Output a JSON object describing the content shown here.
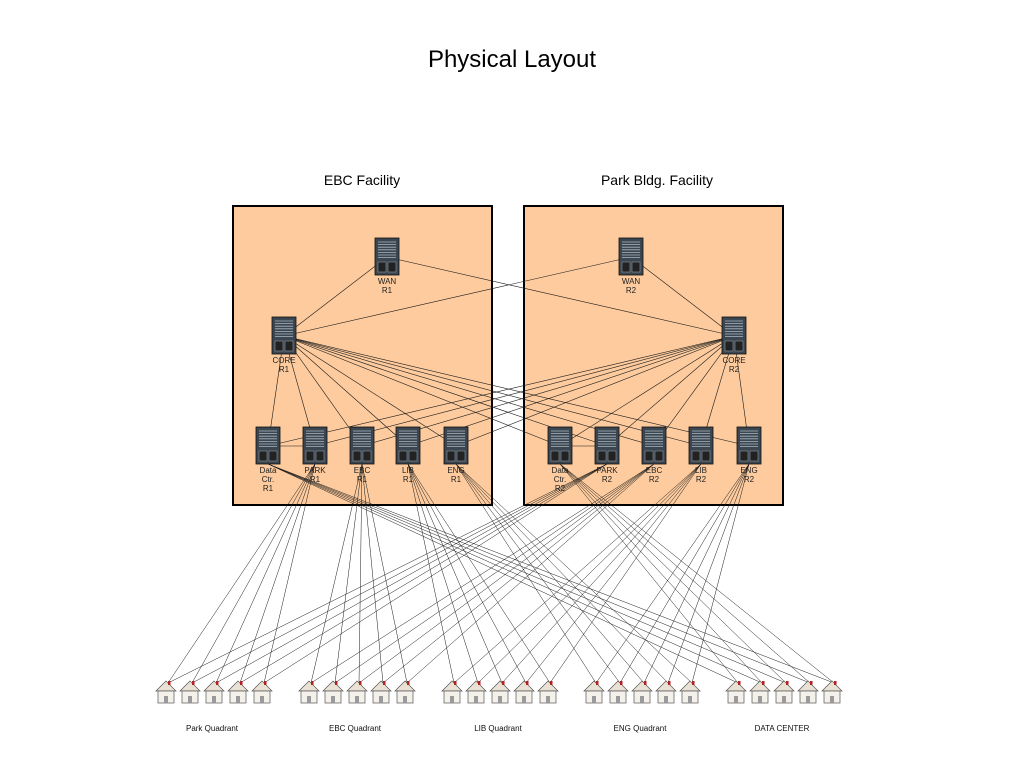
{
  "title": "Physical Layout",
  "facilities": [
    {
      "id": "ebc",
      "label": "EBC Facility"
    },
    {
      "id": "park",
      "label": "Park Bldg. Facility"
    }
  ],
  "colors": {
    "facility_fill": "#fdcb9d",
    "facility_border": "#000000",
    "link": "#1a1a1a"
  },
  "routers": [
    {
      "id": "wan1",
      "facility": "ebc",
      "label": [
        "WAN",
        "R1"
      ]
    },
    {
      "id": "core1",
      "facility": "ebc",
      "label": [
        "CORE",
        "R1"
      ]
    },
    {
      "id": "dc1",
      "facility": "ebc",
      "label": [
        "Data",
        "Ctr.",
        "R1"
      ]
    },
    {
      "id": "park1",
      "facility": "ebc",
      "label": [
        "PARK",
        "R1"
      ]
    },
    {
      "id": "ebc1",
      "facility": "ebc",
      "label": [
        "EBC",
        "R1"
      ]
    },
    {
      "id": "lib1",
      "facility": "ebc",
      "label": [
        "LIB",
        "R1"
      ]
    },
    {
      "id": "eng1",
      "facility": "ebc",
      "label": [
        "ENG",
        "R1"
      ]
    },
    {
      "id": "wan2",
      "facility": "park",
      "label": [
        "WAN",
        "R2"
      ]
    },
    {
      "id": "core2",
      "facility": "park",
      "label": [
        "CORE",
        "R2"
      ]
    },
    {
      "id": "dc2",
      "facility": "park",
      "label": [
        "Data",
        "Ctr.",
        "R2"
      ]
    },
    {
      "id": "park2",
      "facility": "park",
      "label": [
        "PARK",
        "R2"
      ]
    },
    {
      "id": "ebc2",
      "facility": "park",
      "label": [
        "EBC",
        "R2"
      ]
    },
    {
      "id": "lib2",
      "facility": "park",
      "label": [
        "LIB",
        "R2"
      ]
    },
    {
      "id": "eng2",
      "facility": "park",
      "label": [
        "ENG",
        "R2"
      ]
    }
  ],
  "links": [
    [
      "wan1",
      "core1"
    ],
    [
      "wan1",
      "core2"
    ],
    [
      "wan2",
      "core1"
    ],
    [
      "wan2",
      "core2"
    ],
    [
      "core1",
      "dc1"
    ],
    [
      "core1",
      "park1"
    ],
    [
      "core1",
      "ebc1"
    ],
    [
      "core1",
      "lib1"
    ],
    [
      "core1",
      "eng1"
    ],
    [
      "core1",
      "dc2"
    ],
    [
      "core1",
      "park2"
    ],
    [
      "core1",
      "ebc2"
    ],
    [
      "core1",
      "lib2"
    ],
    [
      "core1",
      "eng2"
    ],
    [
      "core2",
      "dc1"
    ],
    [
      "core2",
      "park1"
    ],
    [
      "core2",
      "ebc1"
    ],
    [
      "core2",
      "lib1"
    ],
    [
      "core2",
      "eng1"
    ],
    [
      "core2",
      "dc2"
    ],
    [
      "core2",
      "park2"
    ],
    [
      "core2",
      "ebc2"
    ],
    [
      "core2",
      "lib2"
    ],
    [
      "core2",
      "eng2"
    ],
    [
      "dc1",
      "park1"
    ],
    [
      "dc2",
      "park2"
    ]
  ],
  "building_groups": [
    {
      "id": "park",
      "label": "Park Quadrant",
      "count": 5,
      "uplinks": [
        "park1",
        "park2"
      ]
    },
    {
      "id": "ebc",
      "label": "EBC Quadrant",
      "count": 5,
      "uplinks": [
        "ebc1",
        "ebc2"
      ]
    },
    {
      "id": "lib",
      "label": "LIB Quadrant",
      "count": 5,
      "uplinks": [
        "lib1",
        "lib2"
      ]
    },
    {
      "id": "eng",
      "label": "ENG Quadrant",
      "count": 5,
      "uplinks": [
        "eng1",
        "eng2"
      ]
    },
    {
      "id": "dc",
      "label": "DATA CENTER",
      "count": 5,
      "uplinks": [
        "dc1",
        "dc2"
      ]
    }
  ],
  "icons": {
    "router": "server-rack-icon",
    "building": "building-icon"
  }
}
